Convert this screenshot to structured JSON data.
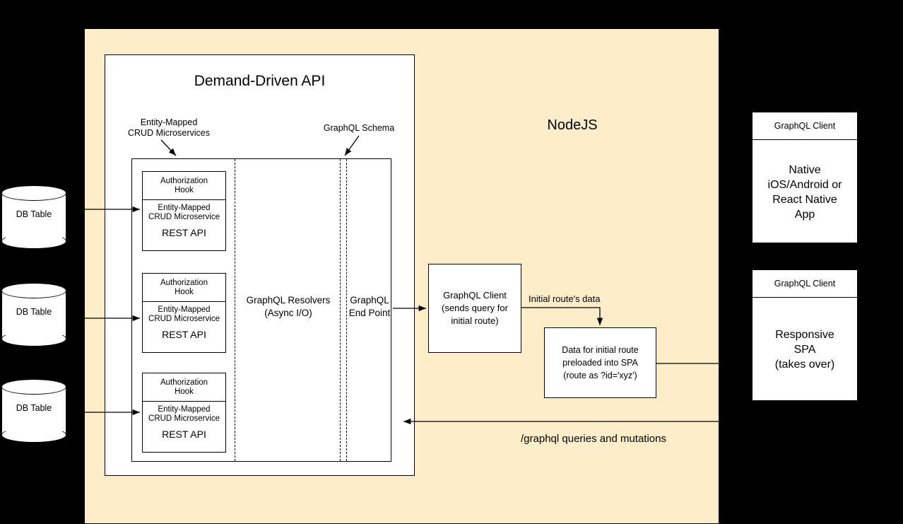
{
  "diagram": {
    "title": "Demand-Driven API",
    "runtime_label": "NodeJS",
    "callouts": {
      "microservices": "Entity-Mapped\nCRUD Microservices",
      "microservices_line1": "Entity-Mapped",
      "microservices_line2": "CRUD Microservices",
      "schema": "GraphQL Schema"
    },
    "center_columns": {
      "resolvers_line1": "GraphQL Resolvers",
      "resolvers_line2": "(Async I/O)",
      "endpoint_line1": "GraphQL",
      "endpoint_line2": "End Point"
    },
    "microservices": [
      {
        "hook": "Authorization\nHook",
        "hook_line1": "Authorization",
        "hook_line2": "Hook",
        "body_line1": "Entity-Mapped",
        "body_line2": "CRUD Microservice",
        "rest": "REST API"
      },
      {
        "hook_line1": "Authorization",
        "hook_line2": "Hook",
        "body_line1": "Entity-Mapped",
        "body_line2": "CRUD Microservice",
        "rest": "REST API"
      },
      {
        "hook_line1": "Authorization",
        "hook_line2": "Hook",
        "body_line1": "Entity-Mapped",
        "body_line2": "CRUD Microservice",
        "rest": "REST API"
      }
    ],
    "databases": [
      {
        "label": "DB Table"
      },
      {
        "label": "DB Table"
      },
      {
        "label": "DB Table"
      }
    ],
    "graphql_client_box": {
      "line1": "GraphQL Client",
      "line2": "(sends query for",
      "line3": "initial route)"
    },
    "spa_data_box": {
      "line1": "Data for initial route",
      "line2": "preloaded into SPA",
      "line3": "(route as ?id='xyz')"
    },
    "flow_labels": {
      "initial_route_data": "Initial route's data",
      "graphql_queries": "/graphql queries and mutations"
    },
    "clients": [
      {
        "header": "GraphQL Client",
        "body_line1": "Native",
        "body_line2": "iOS/Android or",
        "body_line3": "React Native",
        "body_line4": "App"
      },
      {
        "header": "GraphQL Client",
        "body_line1": "Responsive",
        "body_line2": "SPA",
        "body_line3": "(takes over)"
      }
    ],
    "colors": {
      "background": "#000000",
      "runtime_panel": "#fdeec9",
      "box_fill": "#ffffff",
      "stroke": "#000000"
    }
  }
}
